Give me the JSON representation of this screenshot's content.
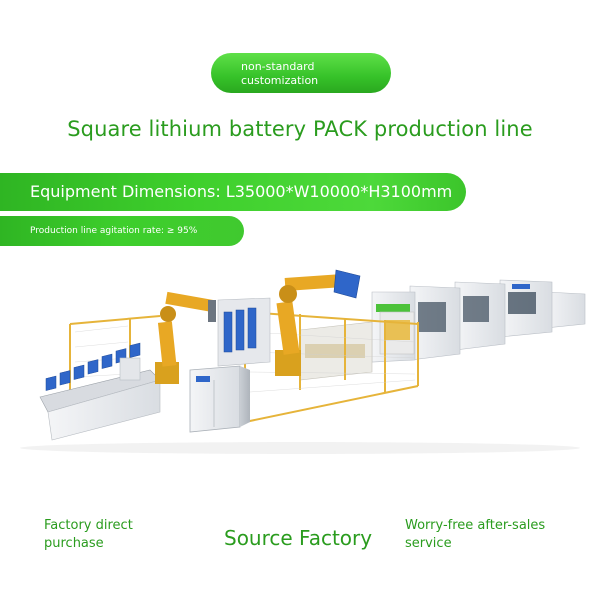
{
  "badge": {
    "line1": "non-standard",
    "line2": "customization"
  },
  "title": "Square lithium battery PACK production line",
  "dimensions_bar": "Equipment Dimensions: L35000*W10000*H3100mm",
  "agitation_bar": "Production line agitation rate: ≥ 95%",
  "footer": {
    "left_line1": "Factory direct",
    "left_line2": "purchase",
    "center": "Source Factory",
    "right_line1": "Worry-free after-sales",
    "right_line2": "service"
  },
  "colors": {
    "brand_green": "#36c229",
    "text_green": "#2a9c1e",
    "robot_yellow": "#e8a824",
    "fence_yellow": "#e6b43a",
    "battery_blue": "#2f66c9"
  }
}
